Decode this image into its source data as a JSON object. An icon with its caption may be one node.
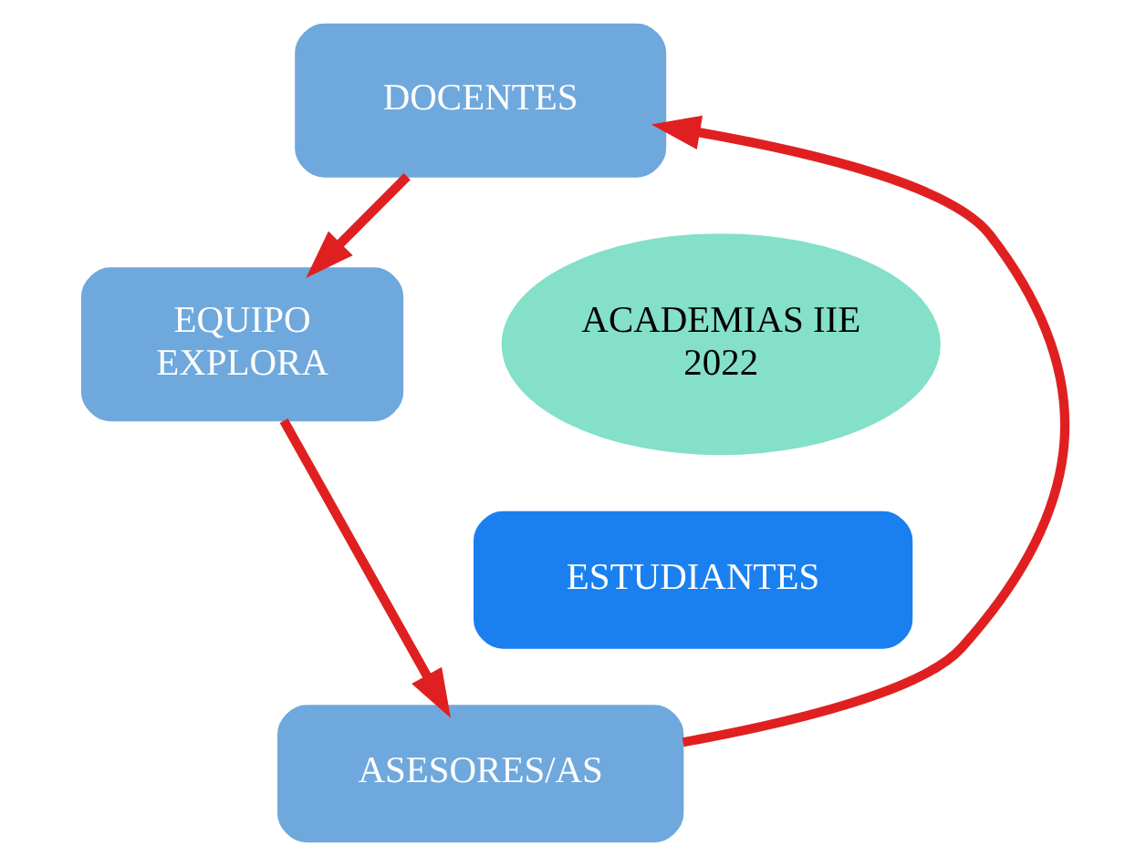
{
  "diagram": {
    "nodes": [
      {
        "text": [
          "DOCENTES"
        ]
      },
      {
        "text": [
          "EQUIPO EXPLORA"
        ]
      },
      {
        "text": [
          "ASESORES/AS"
        ]
      },
      {
        "text": [
          "ACADEMIAS IIE 2022"
        ]
      },
      {
        "text": [
          "ESTUDIANTES"
        ]
      }
    ],
    "edges": [
      {
        "from": 0,
        "to": 1,
        "arrow": "to"
      },
      {
        "from": 1,
        "to": 2,
        "arrow": "to"
      },
      {
        "from": 2,
        "to": 0,
        "arrow": "to"
      }
    ]
  }
}
